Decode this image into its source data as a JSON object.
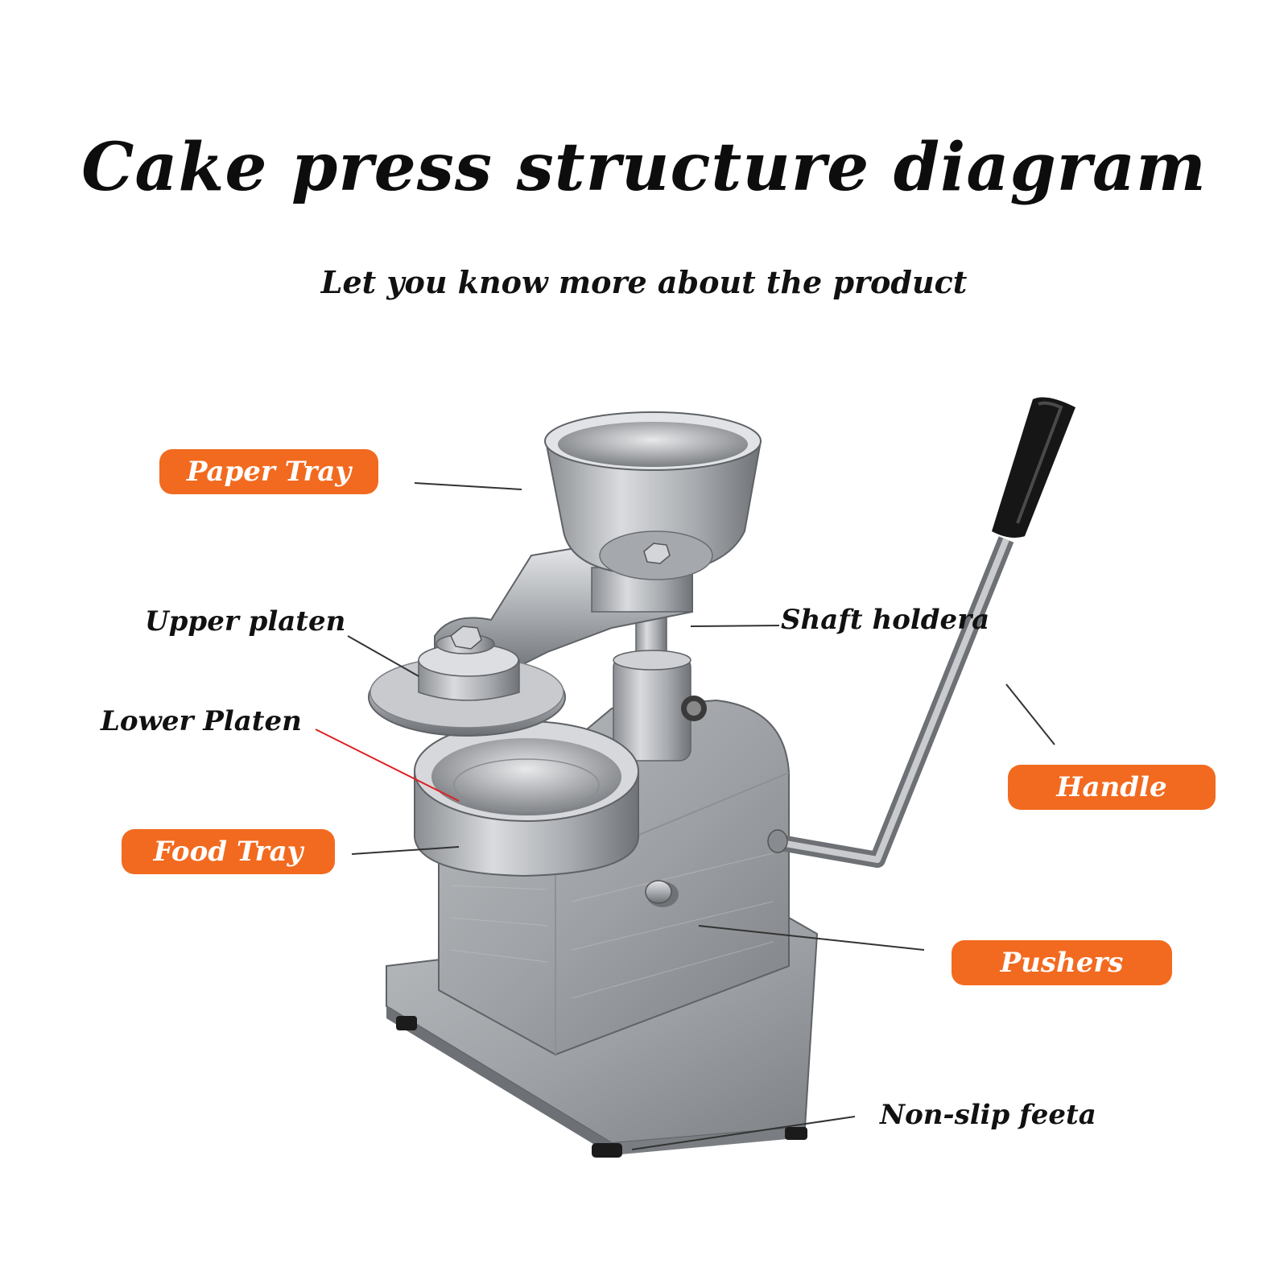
{
  "title": "Cake press structure diagram",
  "subtitle": "Let you know more about the product",
  "labels": {
    "paper_tray": "Paper Tray",
    "upper_platen": "Upper platen",
    "lower_platen": "Lower Platen",
    "food_tray": "Food Tray",
    "shaft_holder": "Shaft holdera",
    "handle": "Handle",
    "pushers": "Pushers",
    "non_slip_feet": "Non-slip feeta"
  },
  "colors": {
    "accent": "#f26a1f",
    "text": "#111111",
    "leader_line": "#333333",
    "highlight_line": "#e02020"
  }
}
